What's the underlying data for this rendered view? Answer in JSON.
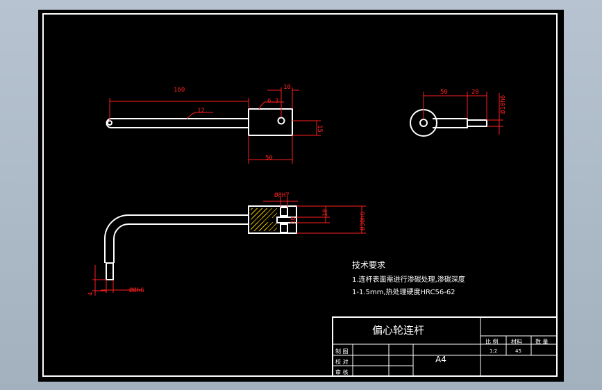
{
  "dimensions": {
    "length_160": "160",
    "head_width_50": "50",
    "head_height_15": "15",
    "offset_10": "10",
    "roughness_top": "6.3",
    "roughness_rod": "12",
    "side_50": "50",
    "side_20": "20",
    "side_dia": "Ø10h6",
    "hole_dia": "Ø8H7",
    "slot_10": "10",
    "slot_10b": "10",
    "outer_dia": "Ø30h6",
    "pin_dia": "Ø8h6",
    "pin_len": "4"
  },
  "tech_requirements": {
    "heading": "技术要求",
    "line1": "1.连杆表面需进行渗碳处理,渗碳深度",
    "line2": "1-1.5mm,热处理硬度HRC56-62"
  },
  "title_block": {
    "part_name": "偏心轮连杆",
    "label_scale": "比 例",
    "label_material": "材料",
    "label_quantity": "数 量",
    "scale_value": "1:2",
    "material_value": "45",
    "quantity_value": "",
    "drawn_label": "制 图",
    "checked_label": "校 对",
    "approved_label": "审 核",
    "sheet_size": "A4"
  },
  "colors": {
    "sheet": "#000000",
    "outline": "#ffffff",
    "dimension": "#ff2020",
    "hatch": "#ffd700",
    "background": "#aab6c4"
  }
}
